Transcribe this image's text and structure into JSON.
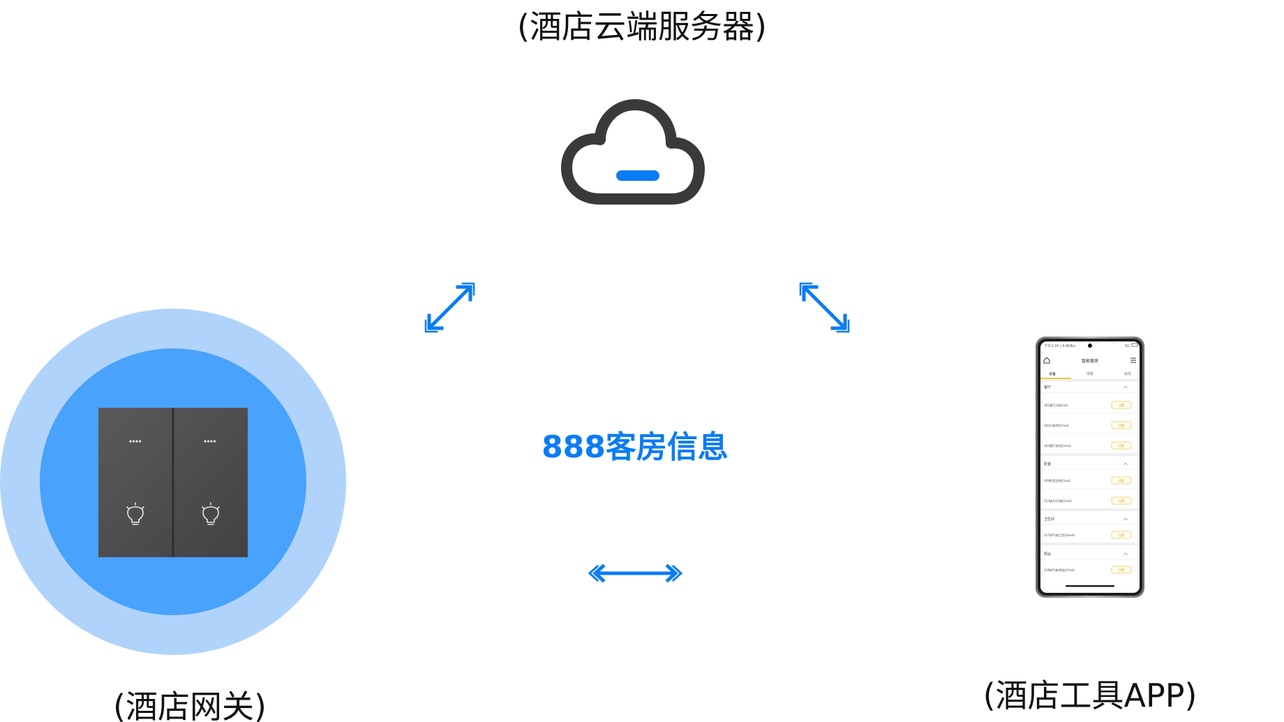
{
  "labels": {
    "cloud_server": "(酒店云端服务器)",
    "gateway": "(酒店网关)",
    "app": "(酒店工具APP)",
    "center_info": "888客房信息"
  },
  "colors": {
    "accent": "#0A7CF5",
    "cloud_stroke": "#3A3A3C",
    "circle_outer": "#B0D3FB",
    "circle_inner": "#49A2FB",
    "panel": "#4D4D4F",
    "panel_divider": "#2F2F31",
    "text": "#111111"
  },
  "icons": {
    "cloud": "cloud-icon",
    "gateway_panel": "smart-switch-panel",
    "bulb": "bulb-icon",
    "phone": "smartphone-icon",
    "arrow": "double-arrow-icon"
  },
  "phone_screen": {
    "title": "智能客房",
    "tabs": [
      "设备",
      "场景",
      "房态"
    ],
    "sections": [
      {
        "name": "客厅",
        "items": [
          "201客厅灯组mo0",
          "202灯带/射灯mo2",
          "203客厅总控灯mo3"
        ]
      },
      {
        "name": "卧室",
        "items": [
          "209卧室总控灯mo2",
          "213床头灯/夜灯mo2"
        ]
      },
      {
        "name": "卫生间",
        "items": [
          "217排气扇/卫生间mo0"
        ]
      },
      {
        "name": "阳台",
        "items": [
          "218排气扇/阳台灯mo0"
        ]
      }
    ],
    "action_label": "设置"
  }
}
